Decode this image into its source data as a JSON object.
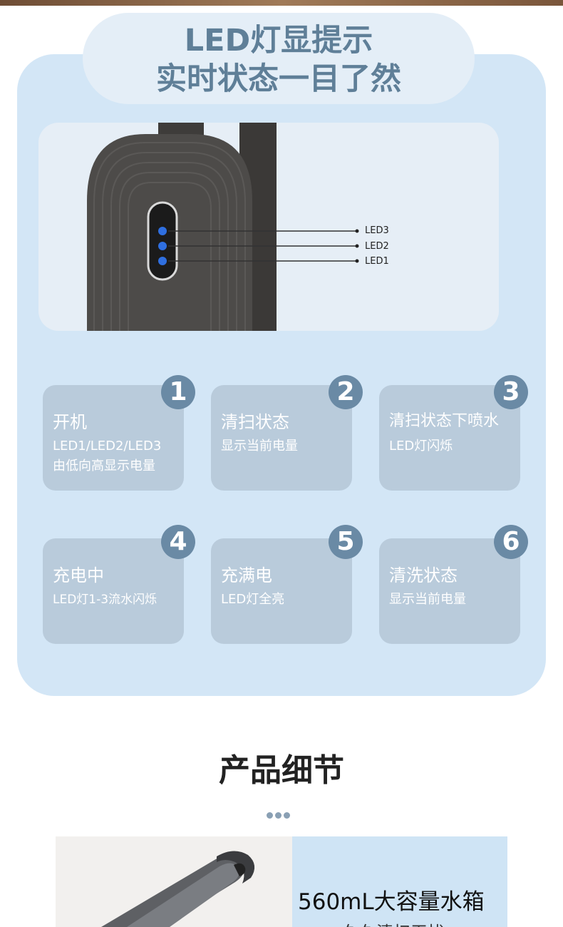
{
  "header": {
    "title_line1": "LED灯显提示",
    "title_line2": "实时状态一目了然"
  },
  "led_labels": [
    "LED3",
    "LED2",
    "LED1"
  ],
  "states": [
    {
      "number": "1",
      "title": "开机",
      "desc": "LED1/LED2/LED3\n由低向高显示电量"
    },
    {
      "number": "2",
      "title": "清扫状态",
      "desc": "显示当前电量"
    },
    {
      "number": "3",
      "title": "清扫状态下喷水",
      "desc": "LED灯闪烁"
    },
    {
      "number": "4",
      "title": "充电中",
      "desc": "LED灯1-3流水闪烁"
    },
    {
      "number": "5",
      "title": "充满电",
      "desc": "LED灯全亮"
    },
    {
      "number": "6",
      "title": "清洗状态",
      "desc": "显示当前电量"
    }
  ],
  "details": {
    "section_title": "产品细节",
    "feature_title": "560mL大容量水箱",
    "feature_sub": "久久清扫无忧"
  },
  "colors": {
    "panel_bg": "#d3e6f6",
    "title_text": "#5f7f98",
    "card_bg": "#b9cbdb",
    "number_badge": "#6a8aa5",
    "led_blue": "#2f6fe0"
  }
}
